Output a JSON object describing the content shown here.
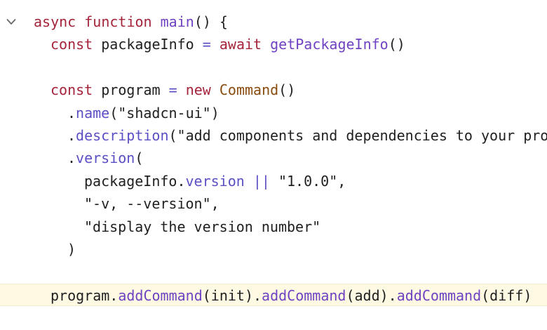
{
  "editor": {
    "lines": [
      [
        {
          "t": "async",
          "c": "kw"
        },
        {
          "t": " ",
          "c": "plain"
        },
        {
          "t": "function",
          "c": "kw"
        },
        {
          "t": " ",
          "c": "plain"
        },
        {
          "t": "main",
          "c": "fn"
        },
        {
          "t": "() {",
          "c": "plain"
        }
      ],
      [
        {
          "t": "const",
          "c": "kw"
        },
        {
          "t": " packageInfo ",
          "c": "plain"
        },
        {
          "t": "=",
          "c": "op"
        },
        {
          "t": " ",
          "c": "plain"
        },
        {
          "t": "await",
          "c": "kw"
        },
        {
          "t": " ",
          "c": "plain"
        },
        {
          "t": "getPackageInfo",
          "c": "fn"
        },
        {
          "t": "()",
          "c": "plain"
        }
      ],
      [],
      [
        {
          "t": "const",
          "c": "kw"
        },
        {
          "t": " program ",
          "c": "plain"
        },
        {
          "t": "=",
          "c": "op"
        },
        {
          "t": " ",
          "c": "plain"
        },
        {
          "t": "new",
          "c": "kw"
        },
        {
          "t": " ",
          "c": "plain"
        },
        {
          "t": "Command",
          "c": "cls"
        },
        {
          "t": "()",
          "c": "plain"
        }
      ],
      [
        {
          "t": ".",
          "c": "plain"
        },
        {
          "t": "name",
          "c": "prop"
        },
        {
          "t": "(\"shadcn-ui\")",
          "c": "plain"
        }
      ],
      [
        {
          "t": ".",
          "c": "plain"
        },
        {
          "t": "description",
          "c": "prop"
        },
        {
          "t": "(\"add components and dependencies to your proje",
          "c": "plain"
        }
      ],
      [
        {
          "t": ".",
          "c": "plain"
        },
        {
          "t": "version",
          "c": "prop"
        },
        {
          "t": "(",
          "c": "plain"
        }
      ],
      [
        {
          "t": "packageInfo.",
          "c": "plain"
        },
        {
          "t": "version",
          "c": "prop"
        },
        {
          "t": " ",
          "c": "plain"
        },
        {
          "t": "||",
          "c": "op"
        },
        {
          "t": " \"1.0.0\",",
          "c": "plain"
        }
      ],
      [
        {
          "t": "\"-v, --version\",",
          "c": "plain"
        }
      ],
      [
        {
          "t": "\"display the version number\"",
          "c": "plain"
        }
      ],
      [
        {
          "t": ")",
          "c": "plain"
        }
      ],
      [],
      [
        {
          "t": "program.",
          "c": "plain"
        },
        {
          "t": "addCommand",
          "c": "fn"
        },
        {
          "t": "(init).",
          "c": "plain"
        },
        {
          "t": "addCommand",
          "c": "fn"
        },
        {
          "t": "(add).",
          "c": "plain"
        },
        {
          "t": "addCommand",
          "c": "fn"
        },
        {
          "t": "(diff)",
          "c": "plain"
        }
      ]
    ],
    "fold_icon": "chevron-down-icon",
    "highlight_color": "#fdf9e3"
  }
}
